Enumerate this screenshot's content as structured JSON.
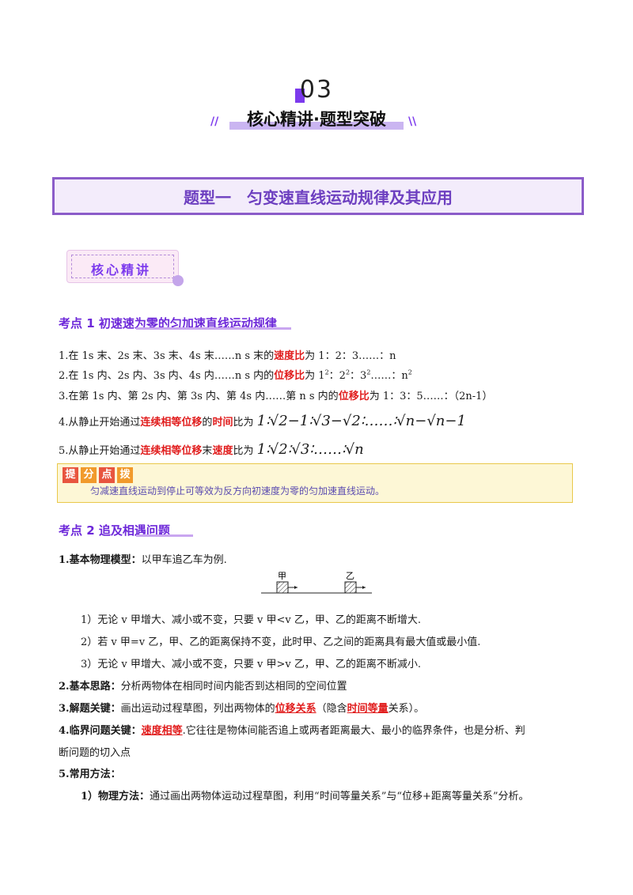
{
  "header": {
    "chapter_number": "03",
    "chapter_title": "核心精讲·题型突破",
    "slash_left": "//",
    "slash_right": "\\\\"
  },
  "section": {
    "title": "题型一　匀变速直线运动规律及其应用"
  },
  "core_badge": "核心精讲",
  "point1": {
    "heading": "考点 1  初速速为零的匀加速直线运动规律",
    "l1": {
      "a": "1.在 1s 末、2s 末、3s 末、4s 末……n s 末的",
      "b": "速度比",
      "c": "为 1：2：3……：n"
    },
    "l2": {
      "a": "2.在 1s 内、2s 内、3s 内、4s 内……n s 内的",
      "b": "位移比",
      "c": "为 1",
      "d": "：2",
      "e": "：3",
      "f": "……：n"
    },
    "l3": {
      "a": "3.在第 1s 内、第 2s 内、第 3s 内、第 4s 内……第 n s 内的",
      "b": "位移比",
      "c": "为 1：3：5……：（2n-1）"
    },
    "l4": {
      "a": "4.从静止开始通过",
      "b": "连续相等位移",
      "c": "的",
      "d": "时间",
      "e": "比为",
      "math": "1∶√2−1∶√3−√2∶……∶√n−√n−1"
    },
    "l5": {
      "a": "5.从静止开始通过",
      "b": "连续相等位移",
      "c": "末",
      "d": "速度",
      "e": "比为",
      "math": "1∶√2∶√3∶……∶√n"
    }
  },
  "tip": {
    "tags": [
      "提",
      "分",
      "点",
      "拨"
    ],
    "text": "匀减速直线运动到停止可等效为反方向初速度为零的匀加速直线运动。"
  },
  "point2": {
    "heading": "考点 2  追及相遇问题",
    "model": {
      "a": "1.基本物理模型：",
      "b": "以甲车追乙车为例."
    },
    "diagram": {
      "label_a": "甲",
      "label_b": "乙"
    },
    "c1": "1）无论 v 甲增大、减小或不变，只要 v 甲<v 乙，甲、乙的距离不断增大.",
    "c2": "2）若 v 甲=v 乙，甲、乙的距离保持不变，此时甲、乙之间的距离具有最大值或最小值.",
    "c3": "3）无论 v 甲增大、减小或不变，只要 v 甲>v 乙，甲、乙的距离不断减小.",
    "idea": {
      "a": "2.基本思路：",
      "b": "分析两物体在相同时间内能否到达相同的空间位置"
    },
    "key": {
      "a": "3.解题关键：",
      "b": "画出运动过程草图，列出两物体的",
      "c": "位移关系",
      "d": "（隐含",
      "e": "时间等量",
      "f": "关系）。"
    },
    "critical": {
      "a": "4.临界问题关键：",
      "b": "速度相等",
      "c": ".它往往是物体间能否追上或两者距离最大、最小的临界条件，也是分析、判",
      "d": "断问题的切入点"
    },
    "methods": {
      "a": "5.常用方法："
    },
    "method1": {
      "a": "1）物理方法：",
      "b": "通过画出两物体运动过程草图，利用“时间等量关系”与“位移+距离等量关系”分析。"
    }
  }
}
